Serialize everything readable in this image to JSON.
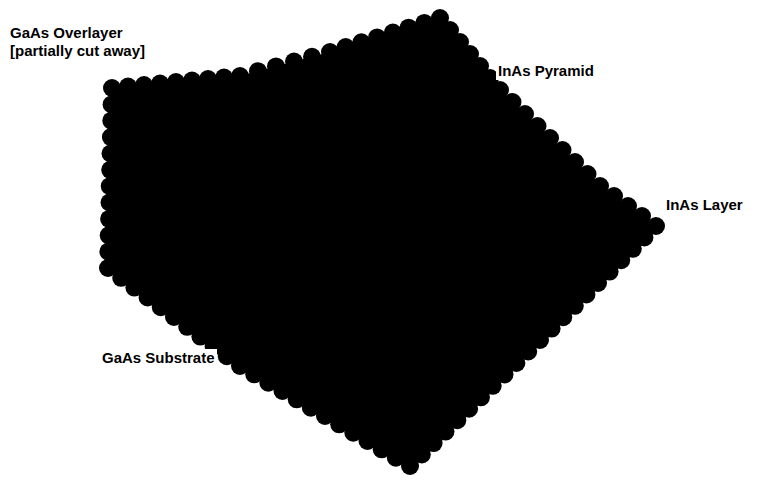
{
  "diagram": {
    "labels": [
      "GaAs Overlayer [partially cut away]",
      "InAs Pyramid",
      "InAs Layer",
      "GaAs Substrate"
    ]
  }
}
